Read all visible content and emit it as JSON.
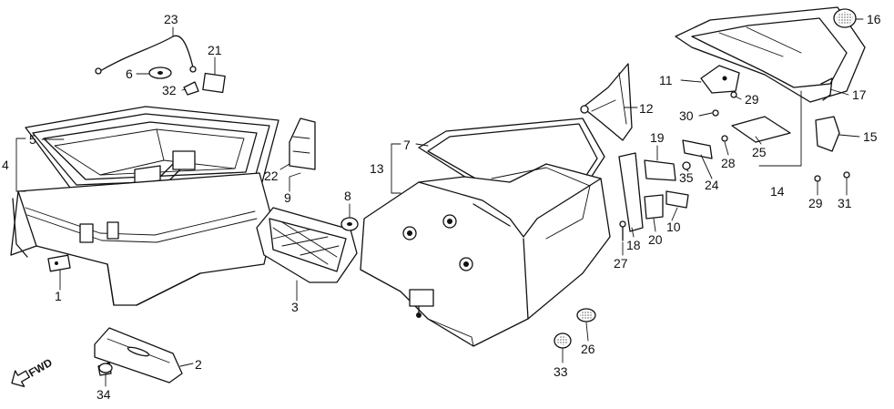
{
  "diagram": {
    "orientation_label": "FWD",
    "callouts": [
      {
        "id": "c1",
        "text": "1"
      },
      {
        "id": "c2",
        "text": "2"
      },
      {
        "id": "c3",
        "text": "3"
      },
      {
        "id": "c4",
        "text": "4"
      },
      {
        "id": "c5",
        "text": "5"
      },
      {
        "id": "c6",
        "text": "6"
      },
      {
        "id": "c7",
        "text": "7"
      },
      {
        "id": "c8",
        "text": "8"
      },
      {
        "id": "c9",
        "text": "9"
      },
      {
        "id": "c10",
        "text": "10"
      },
      {
        "id": "c11",
        "text": "11"
      },
      {
        "id": "c12",
        "text": "12"
      },
      {
        "id": "c13",
        "text": "13"
      },
      {
        "id": "c14",
        "text": "14"
      },
      {
        "id": "c15",
        "text": "15"
      },
      {
        "id": "c16",
        "text": "16"
      },
      {
        "id": "c17",
        "text": "17"
      },
      {
        "id": "c18",
        "text": "18"
      },
      {
        "id": "c19",
        "text": "19"
      },
      {
        "id": "c20",
        "text": "20"
      },
      {
        "id": "c21",
        "text": "21"
      },
      {
        "id": "c22",
        "text": "22"
      },
      {
        "id": "c23",
        "text": "23"
      },
      {
        "id": "c24",
        "text": "24"
      },
      {
        "id": "c25",
        "text": "25"
      },
      {
        "id": "c26",
        "text": "26"
      },
      {
        "id": "c27",
        "text": "27"
      },
      {
        "id": "c28",
        "text": "28"
      },
      {
        "id": "c29a",
        "text": "29"
      },
      {
        "id": "c29b",
        "text": "29"
      },
      {
        "id": "c30",
        "text": "30"
      },
      {
        "id": "c31",
        "text": "31"
      },
      {
        "id": "c32",
        "text": "32"
      },
      {
        "id": "c33",
        "text": "33"
      },
      {
        "id": "c34",
        "text": "34"
      },
      {
        "id": "c35",
        "text": "35"
      }
    ]
  }
}
